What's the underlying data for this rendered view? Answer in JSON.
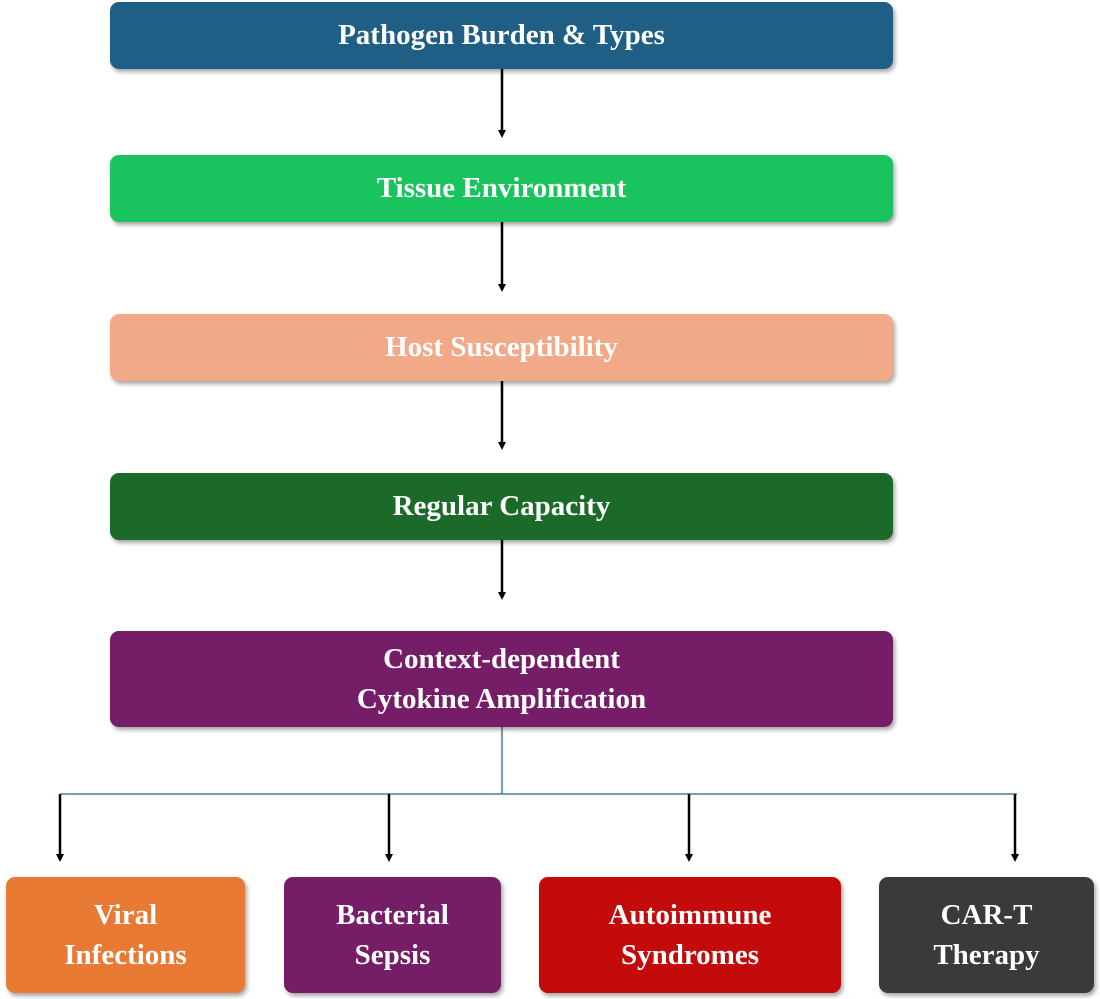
{
  "diagram": {
    "chain": [
      {
        "label": "Pathogen Burden & Types",
        "color": "#1f5f85"
      },
      {
        "label": "Tissue Environment",
        "color": "#19c45e"
      },
      {
        "label": "Host Susceptibility",
        "color": "#f2a987"
      },
      {
        "label": "Regular Capacity",
        "color": "#1b6a2a"
      },
      {
        "label": "Context-dependent\nCytokine Amplification",
        "color": "#761d68"
      }
    ],
    "outcomes": [
      {
        "label": "Viral\nInfections",
        "color": "#e87a33"
      },
      {
        "label": "Bacterial\nSepsis",
        "color": "#761d68"
      },
      {
        "label": "Autoimmune\nSyndromes",
        "color": "#c30b0b"
      },
      {
        "label": "CAR-T\nTherapy",
        "color": "#3a3a3a"
      }
    ],
    "connector_colors": {
      "arrow": "#000000",
      "branch_line": "#4a7fa3"
    }
  }
}
